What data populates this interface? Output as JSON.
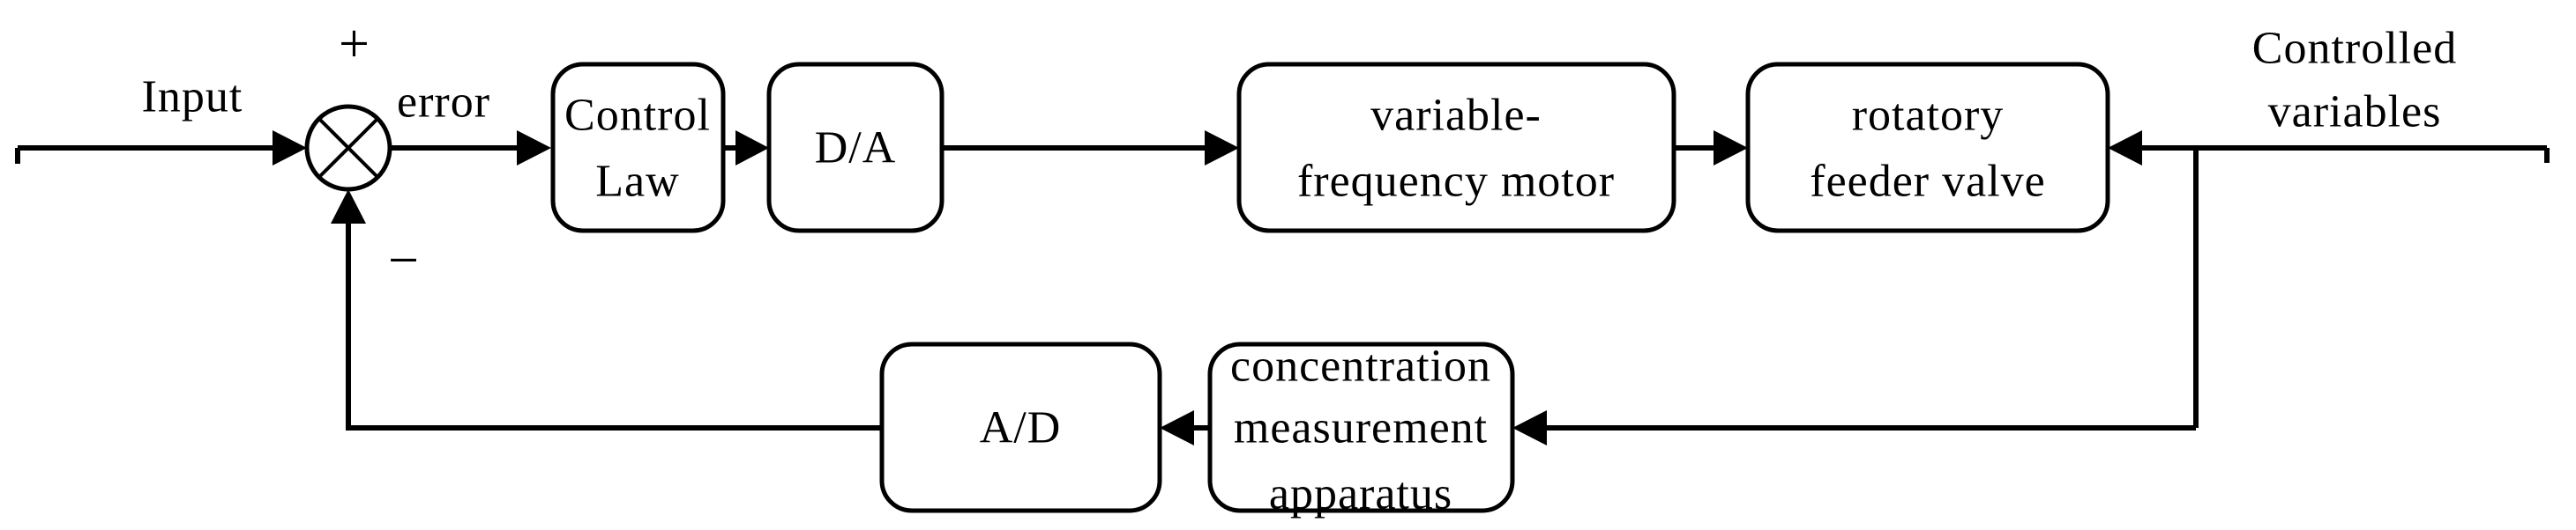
{
  "diagram": {
    "title_semantic": "closed-loop concentration control system block diagram",
    "colors": {
      "ink": "#000000",
      "background": "#ffffff"
    },
    "labels": {
      "input": "Input",
      "plus": "+",
      "minus": "−",
      "error": "error",
      "controlled_line1": "Controlled",
      "controlled_line2": "variables"
    },
    "blocks": {
      "control_law": {
        "line1": "Control",
        "line2": "Law"
      },
      "da_converter": {
        "label": "D/A"
      },
      "motor": {
        "line1": "variable-",
        "line2": "frequency motor"
      },
      "valve": {
        "line1": "rotatory",
        "line2": "feeder valve"
      },
      "ad_converter": {
        "label": "A/D"
      },
      "sensor": {
        "line1": "concentration",
        "line2": "measurement",
        "line3": "apparatus"
      }
    }
  }
}
